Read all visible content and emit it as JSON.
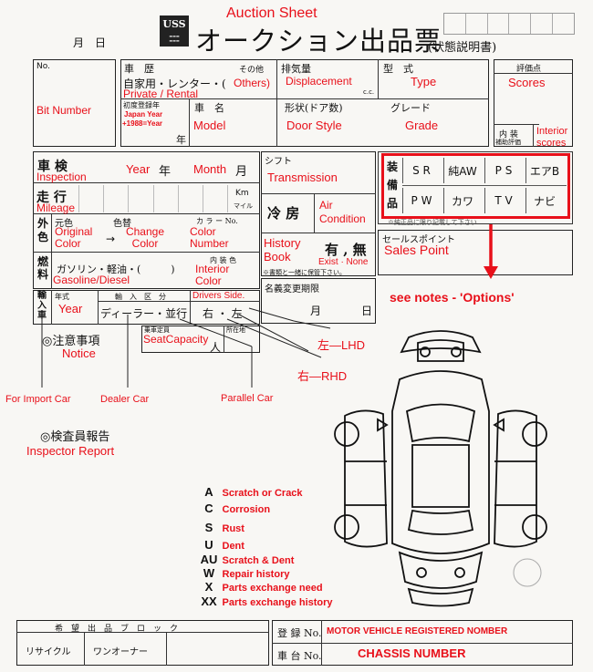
{
  "header": {
    "month_day": "月　日",
    "uss_logo": "USS",
    "title_en": "Auction Sheet",
    "title_jp": "オークション出品票",
    "subtitle_jp": "(状態説明書)"
  },
  "bit": {
    "no_label": "No.",
    "label": "Bit Number"
  },
  "history": {
    "label_jp": "車　歴",
    "other_jp": "その他",
    "private_rental_jp": "自家用・レンター・(",
    "others": "Others)",
    "private_rental": "Private / Rental"
  },
  "displacement": {
    "label_jp": "排気量",
    "label": "Displacement",
    "cc": "c.c."
  },
  "type": {
    "label_jp": "型　式",
    "label": "Type"
  },
  "scores": {
    "label_jp": "評価点",
    "label": "Scores",
    "interior_jp": "内 装",
    "interior_sub_jp": "補助評価",
    "interior": "Interior scores"
  },
  "first_reg": {
    "label_jp": "初度登録年",
    "japan_year": "Japan Year",
    "plus": "+1988=Year",
    "year_jp": "年"
  },
  "model": {
    "label_jp": "車　名",
    "label": "Model"
  },
  "door": {
    "label_jp": "形状(ドア数)",
    "label": "Door Style"
  },
  "grade": {
    "label_jp": "グレード",
    "label": "Grade"
  },
  "inspection": {
    "label_jp": "車 検",
    "label": "Inspection",
    "year": "Year",
    "year_jp": "年",
    "month": "Month",
    "month_jp": "月"
  },
  "shift": {
    "label_jp": "シフト",
    "label": "Transmission"
  },
  "options": {
    "side_jp": "装\n備\n品",
    "row1": [
      "S R",
      "純AW",
      "P S",
      "エアB"
    ],
    "row2": [
      "P W",
      "カワ",
      "T V",
      "ナビ"
    ],
    "note": "※純正品に限り記載して下さい",
    "see_notes": "see notes - 'Options'"
  },
  "mileage": {
    "label_jp": "走 行",
    "label": "Mileage",
    "km": "Km",
    "mile": "マイル"
  },
  "aircon": {
    "label_jp": "冷 房",
    "label": "Air Condition"
  },
  "color": {
    "side_jp": "外\n色",
    "original_jp": "元色",
    "change_jp": "色替",
    "colorno_jp": "カ ラ ー No.",
    "original": "Original Color",
    "arrow": "→",
    "change": "Change Color",
    "number": "Color Number"
  },
  "history_book": {
    "label": "History Book",
    "exist_jp": "有 , 無",
    "exist": "Exist · None",
    "note": "※書類と一緒に保管下さい。"
  },
  "sales": {
    "label_jp": "セールスポイント",
    "label": "Sales Point"
  },
  "fuel": {
    "side_jp": "燃\n料",
    "type_jp": "ガソリン・軽油・(　　　)",
    "label": "Gasoline/Diesel",
    "interior_color_jp": "内 装 色",
    "interior_color": "Interior Color"
  },
  "import": {
    "side_jp": "輸\n入\n車",
    "year_jp": "年式",
    "year": "Year",
    "section_jp": "輸　入　区　分",
    "dealer_jp": "ディーラー・並行",
    "driver_label": "Drivers Side.",
    "lr_jp": "右 ・ 左"
  },
  "rename": {
    "label_jp": "名義変更期限",
    "month_jp": "月",
    "day_jp": "日"
  },
  "seat": {
    "cap_jp": "乗車定員",
    "owner_jp": "所在地",
    "label": "SeatCapacity",
    "person_jp": "人"
  },
  "notice": {
    "label_jp": "◎注意事項",
    "label": "Notice"
  },
  "inspector": {
    "label_jp": "◎検査員報告",
    "label": "Inspector Report"
  },
  "callouts": {
    "import_car": "For Import Car",
    "dealer_car": "Dealer Car",
    "parallel_car": "Parallel Car",
    "lhd": "左—LHD",
    "rhd": "右—RHD"
  },
  "legend": [
    {
      "key": "A",
      "value": "Scratch or Crack"
    },
    {
      "key": "C",
      "value": "Corrosion"
    },
    {
      "key": "S",
      "value": "Rust"
    },
    {
      "key": "U",
      "value": "Dent"
    },
    {
      "key": "AU",
      "value": "Scratch & Dent"
    },
    {
      "key": "W",
      "value": "Repair history"
    },
    {
      "key": "X",
      "value": "Parts exchange need"
    },
    {
      "key": "XX",
      "value": "Parts exchange history"
    }
  ],
  "footer": {
    "block_jp": "希　望　出　品　ブ　ロ　ッ　ク",
    "recycle_jp": "リサイクル",
    "one_owner_jp": "ワンオーナー",
    "reg_jp": "登 録 No.",
    "reg_label": "MOTOR VEHICLE  REGISTERED NOMBER",
    "chassis_jp": "車 台 No.",
    "chassis_label": "CHASSIS NUMBER"
  }
}
